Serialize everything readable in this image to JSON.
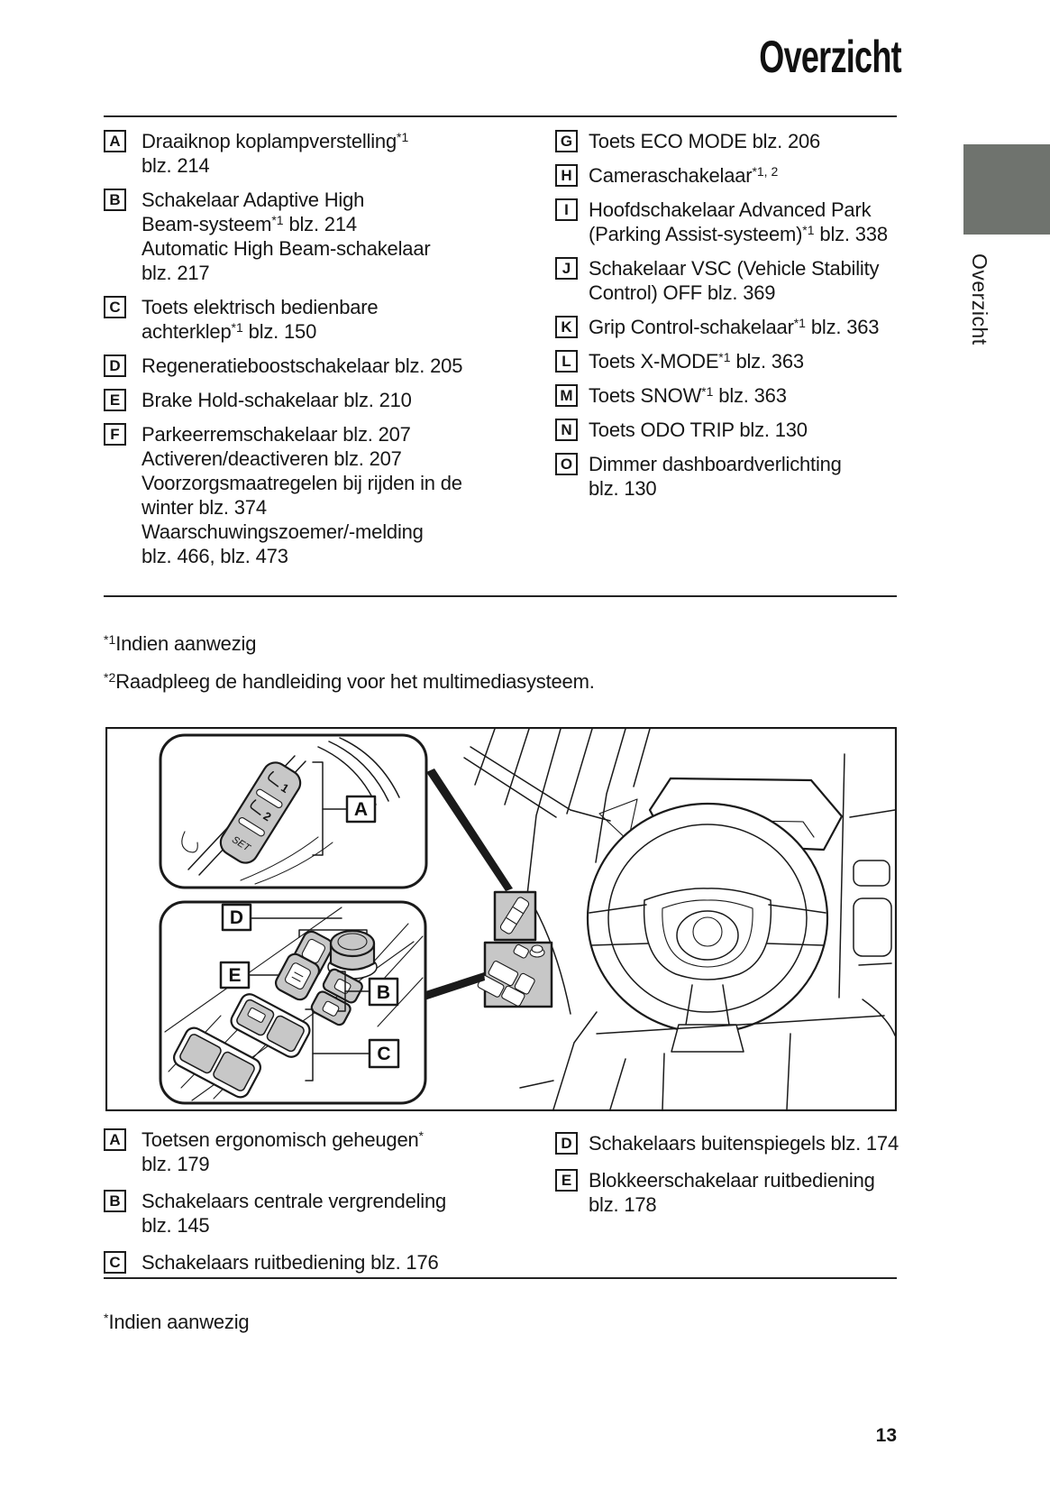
{
  "page": {
    "title": "Overzicht",
    "page_number": "13",
    "sidebar_tab_label": "Overzicht"
  },
  "colors": {
    "sidebar_tab": "#6f736e",
    "switch_fill": "#c7c7c7",
    "line_art": "#1a1a1a"
  },
  "top_list": {
    "left": [
      {
        "letter": "A",
        "lines": [
          "Draaiknop koplampverstelling^{*1}",
          "blz. 214"
        ]
      },
      {
        "letter": "B",
        "lines": [
          "Schakelaar Adaptive High",
          "Beam-systeem^{*1} blz. 214",
          "Automatic High Beam-schakelaar",
          "blz. 217"
        ]
      },
      {
        "letter": "C",
        "lines": [
          "Toets elektrisch bedienbare",
          "achterklep^{*1} blz. 150"
        ]
      },
      {
        "letter": "D",
        "lines": [
          "Regeneratieboostschakelaar blz. 205"
        ]
      },
      {
        "letter": "E",
        "lines": [
          "Brake Hold-schakelaar blz. 210"
        ]
      },
      {
        "letter": "F",
        "lines": [
          "Parkeerremschakelaar blz. 207",
          "Activeren/deactiveren blz. 207",
          "Voorzorgsmaatregelen bij rijden in de",
          "winter blz. 374",
          "Waarschuwingszoemer/-melding",
          "blz. 466, blz. 473"
        ]
      }
    ],
    "right": [
      {
        "letter": "G",
        "lines": [
          "Toets ECO MODE blz. 206"
        ]
      },
      {
        "letter": "H",
        "lines": [
          "Cameraschakelaar^{*1, 2}"
        ]
      },
      {
        "letter": "I",
        "lines": [
          "Hoofdschakelaar Advanced Park",
          "(Parking Assist-systeem)^{*1} blz. 338"
        ]
      },
      {
        "letter": "J",
        "lines": [
          "Schakelaar VSC (Vehicle Stability",
          "Control) OFF blz. 369"
        ]
      },
      {
        "letter": "K",
        "lines": [
          "Grip Control-schakelaar^{*1} blz. 363"
        ]
      },
      {
        "letter": "L",
        "lines": [
          "Toets X-MODE^{*1} blz. 363"
        ]
      },
      {
        "letter": "M",
        "lines": [
          "Toets SNOW^{*1} blz. 363"
        ]
      },
      {
        "letter": "N",
        "lines": [
          "Toets ODO TRIP blz. 130"
        ]
      },
      {
        "letter": "O",
        "lines": [
          "Dimmer dashboardverlichting",
          "blz. 130"
        ]
      }
    ]
  },
  "footnotes_top": [
    "^{*1}Indien aanwezig",
    "^{*2}Raadpleeg de handleiding voor het multimediasysteem."
  ],
  "bottom_list": {
    "left": [
      {
        "letter": "A",
        "lines": [
          "Toetsen ergonomisch geheugen^{*}",
          "blz. 179"
        ]
      },
      {
        "letter": "B",
        "lines": [
          "Schakelaars centrale vergrendeling",
          "blz. 145"
        ]
      },
      {
        "letter": "C",
        "lines": [
          "Schakelaars ruitbediening blz. 176"
        ]
      }
    ],
    "right": [
      {
        "letter": "D",
        "lines": [
          "Schakelaars buitenspiegels blz. 174"
        ]
      },
      {
        "letter": "E",
        "lines": [
          "Blokkeerschakelaar ruitbediening",
          "blz. 178"
        ]
      }
    ]
  },
  "footnote_bottom": "^{*}Indien aanwezig",
  "diagram": {
    "callouts": [
      "A",
      "D",
      "E",
      "B",
      "C"
    ],
    "seat_switch_labels": [
      "1",
      "2",
      "SET"
    ]
  }
}
